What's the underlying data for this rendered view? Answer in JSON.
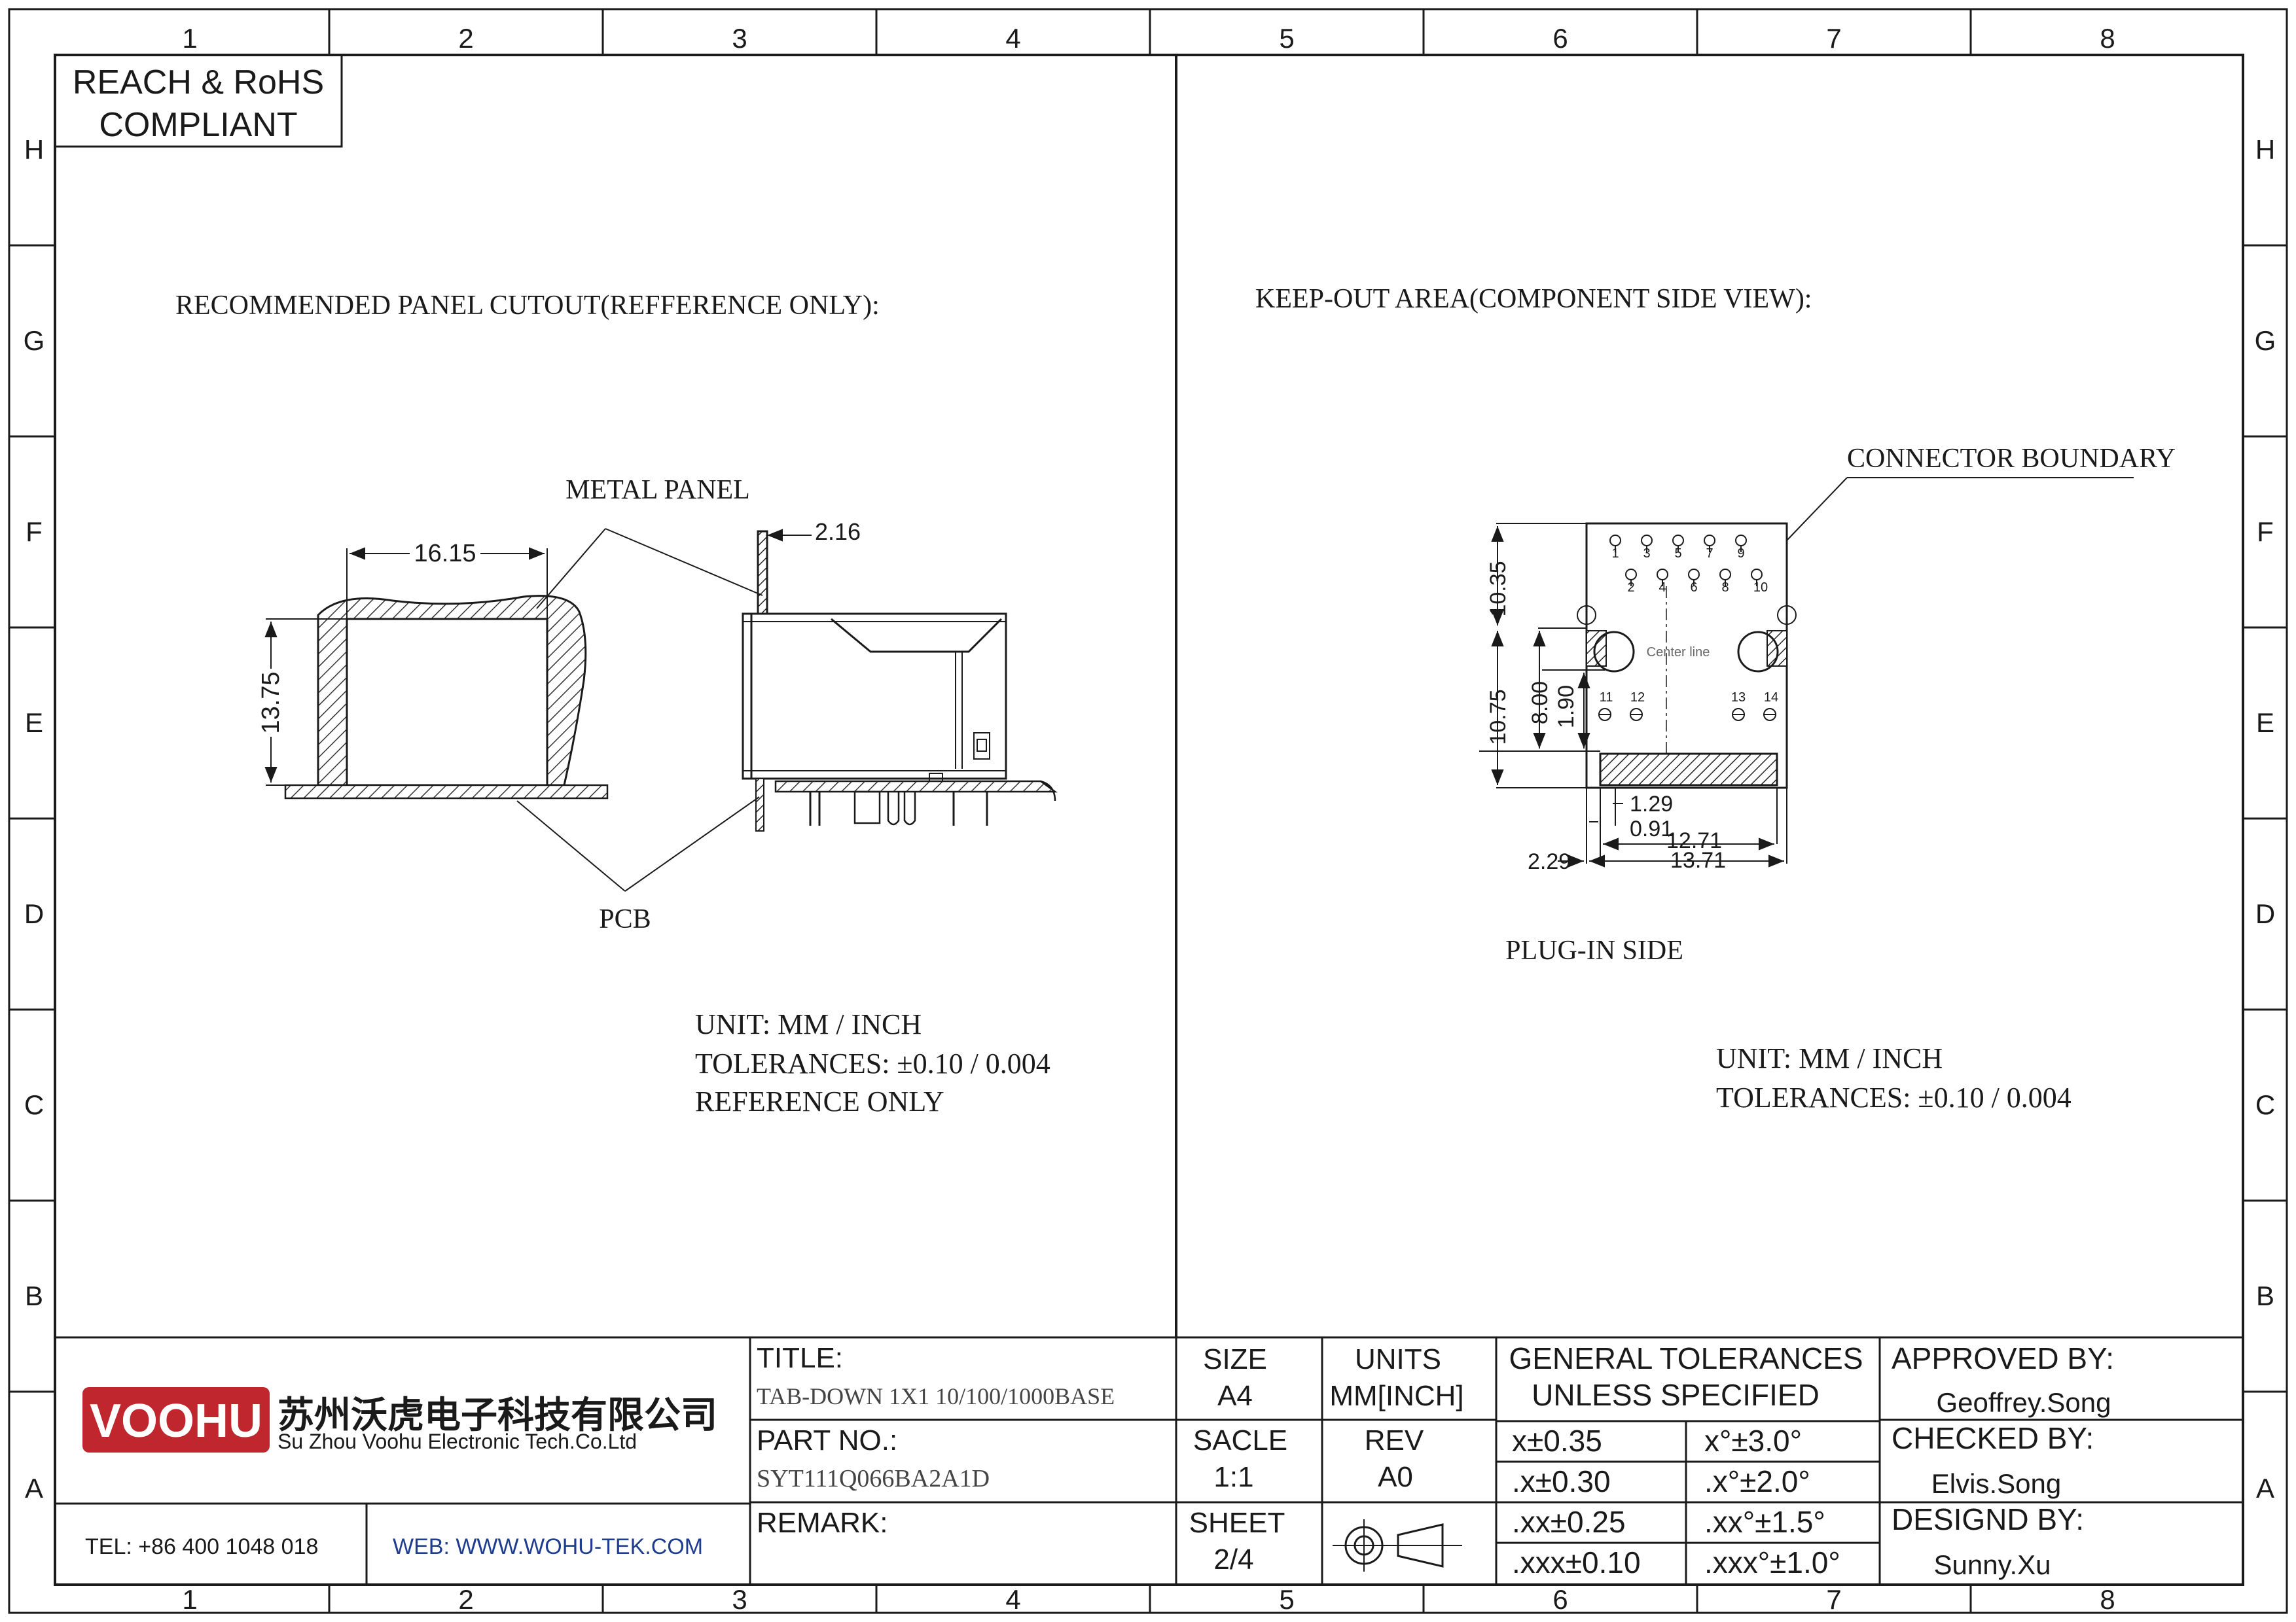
{
  "grid": {
    "columns": [
      "1",
      "2",
      "3",
      "4",
      "5",
      "6",
      "7",
      "8"
    ],
    "rows": [
      "H",
      "G",
      "F",
      "E",
      "D",
      "C",
      "B",
      "A"
    ]
  },
  "compliance": {
    "line1": "REACH & RoHS",
    "line2": "COMPLIANT"
  },
  "left_view": {
    "heading": "RECOMMENDED PANEL CUTOUT(REFFERENCE ONLY):",
    "metal_panel_label": "METAL PANEL",
    "pcb_label": "PCB",
    "dim_width": "16.15",
    "dim_height": "13.75",
    "dim_panel": "2.16",
    "units_line": "UNIT: MM / INCH",
    "tolerance_line": "TOLERANCES: ±0.10 / 0.004",
    "reference_line": "REFERENCE ONLY"
  },
  "right_view": {
    "heading": "KEEP-OUT AREA(COMPONENT SIDE VIEW):",
    "connector_boundary_label": "CONNECTOR BOUNDARY",
    "plug_in_side_label": "PLUG-IN SIDE",
    "center_line_label": "Center line",
    "pin_numbers_top": [
      "1",
      "3",
      "5",
      "7",
      "9"
    ],
    "pin_numbers_bottom": [
      "2",
      "4",
      "6",
      "8",
      "10"
    ],
    "led_pins": [
      "11",
      "12",
      "13",
      "14"
    ],
    "dims": {
      "d10_35": "10.35",
      "d10_75": "10.75",
      "d8_00": "8.00",
      "d1_90": "1.90",
      "d1_29": "1.29",
      "d0_91": "0.91",
      "d12_71": "12.71",
      "d13_71": "13.71",
      "d2_29": "2.29"
    },
    "units_line": "UNIT: MM / INCH",
    "tolerance_line": "TOLERANCES: ±0.10 / 0.004"
  },
  "title_block": {
    "company_logo_text": "VOOHU",
    "company_cn": "苏州沃虎电子科技有限公司",
    "company_en": "Su Zhou Voohu Electronic Tech.Co.Ltd",
    "tel": "TEL: +86 400 1048 018",
    "web": "WEB: WWW.WOHU-TEK.COM",
    "title_label": "TITLE:",
    "title_value": "TAB-DOWN 1X1 10/100/1000BASE",
    "part_label": "PART NO.:",
    "part_value": "SYT111Q066BA2A1D",
    "remark_label": "REMARK:",
    "size_label": "SIZE",
    "size_value": "A4",
    "units_label": "UNITS",
    "units_value": "MM[INCH]",
    "scale_label": "SACLE",
    "scale_value": "1:1",
    "rev_label": "REV",
    "rev_value": "A0",
    "sheet_label": "SHEET",
    "sheet_value": "2/4",
    "tol_header_1": "GENERAL TOLERANCES",
    "tol_header_2": "UNLESS SPECIFIED",
    "tol_linear": [
      "x±0.35",
      ".x±0.30",
      ".xx±0.25",
      ".xxx±0.10"
    ],
    "tol_angular": [
      "x°±3.0°",
      ".x°±2.0°",
      ".xx°±1.5°",
      ".xxx°±1.0°"
    ],
    "approved_label": "APPROVED BY:",
    "approved_value": "Geoffrey.Song",
    "checked_label": "CHECKED BY:",
    "checked_value": "Elvis.Song",
    "designed_label": "DESIGND BY:",
    "designed_value": "Sunny.Xu"
  },
  "colors": {
    "ink": "#1a1a1a",
    "logo_red": "#c0262d",
    "web_blue": "#1f3d8f"
  }
}
